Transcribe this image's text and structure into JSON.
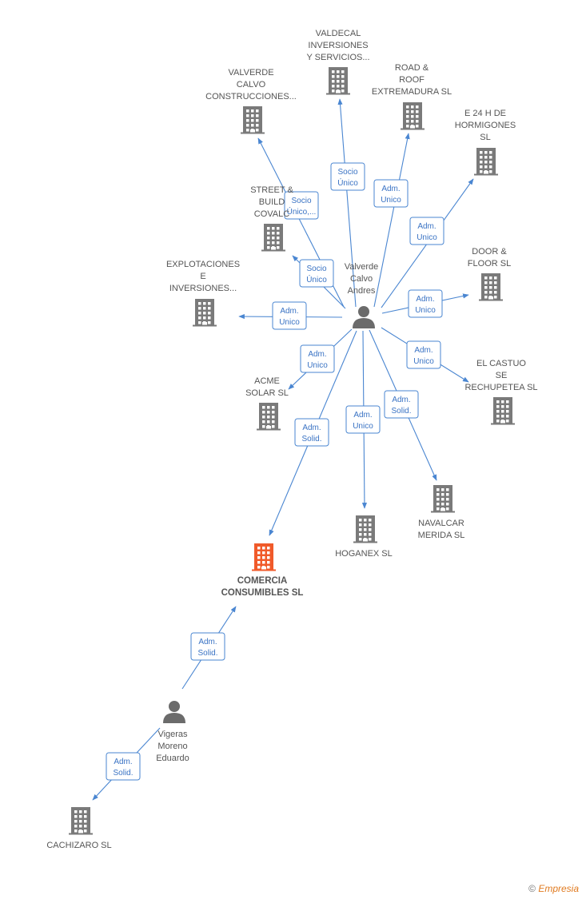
{
  "colors": {
    "edge": "#4a86d1",
    "building": "#7a7a7a",
    "focus_building": "#f05a2a",
    "person": "#6b6b6b"
  },
  "persons": [
    {
      "id": "valverde",
      "lines": [
        "Valverde",
        "Calvo",
        "Andres"
      ]
    },
    {
      "id": "vigeras",
      "lines": [
        "Vigeras",
        "Moreno",
        "Eduardo"
      ]
    }
  ],
  "companies": [
    {
      "id": "valdecal",
      "lines": [
        "VALDECAL",
        "INVERSIONES",
        "Y SERVICIOS..."
      ]
    },
    {
      "id": "valverde_calvo",
      "lines": [
        "VALVERDE",
        "CALVO",
        "CONSTRUCCIONES..."
      ]
    },
    {
      "id": "road_roof",
      "lines": [
        "ROAD &",
        "ROOF",
        "EXTREMADURA SL"
      ]
    },
    {
      "id": "e24h",
      "lines": [
        "E 24 H DE",
        "HORMIGONES",
        "SL"
      ]
    },
    {
      "id": "street",
      "lines": [
        "STREET &",
        "BUILD",
        "COVALC"
      ]
    },
    {
      "id": "explotaciones",
      "lines": [
        "EXPLOTACIONES",
        "E",
        "INVERSIONES..."
      ]
    },
    {
      "id": "door_floor",
      "lines": [
        "DOOR &",
        "FLOOR SL"
      ]
    },
    {
      "id": "castuo",
      "lines": [
        "EL CASTUO",
        "SE",
        "RECHUPETEA SL"
      ]
    },
    {
      "id": "acme",
      "lines": [
        "ACME",
        "SOLAR SL"
      ]
    },
    {
      "id": "navalcar",
      "lines": [
        "NAVALCAR",
        "MERIDA SL"
      ]
    },
    {
      "id": "hoganex",
      "lines": [
        "HOGANEX SL"
      ]
    },
    {
      "id": "comercia",
      "lines": [
        "COMERCIA",
        "CONSUMIBLES SL"
      ],
      "focus": true
    },
    {
      "id": "cachizaro",
      "lines": [
        "CACHIZARO SL"
      ]
    }
  ],
  "edges": [
    {
      "from": "valverde",
      "to": "valdecal",
      "label": [
        "Socio",
        "Único"
      ]
    },
    {
      "from": "valverde",
      "to": "valverde_calvo",
      "label": [
        "Socio",
        "Único,..."
      ]
    },
    {
      "from": "valverde",
      "to": "road_roof",
      "label": [
        "Adm.",
        "Unico"
      ]
    },
    {
      "from": "valverde",
      "to": "e24h",
      "label": [
        "Adm.",
        "Unico"
      ]
    },
    {
      "from": "valverde",
      "to": "street",
      "label": [
        "Socio",
        "Único"
      ]
    },
    {
      "from": "valverde",
      "to": "explotaciones",
      "label": [
        "Adm.",
        "Unico"
      ]
    },
    {
      "from": "valverde",
      "to": "door_floor",
      "label": [
        "Adm.",
        "Unico"
      ]
    },
    {
      "from": "valverde",
      "to": "castuo",
      "label": [
        "Adm.",
        "Unico"
      ]
    },
    {
      "from": "valverde",
      "to": "acme",
      "label": [
        "Adm.",
        "Unico"
      ]
    },
    {
      "from": "valverde",
      "to": "navalcar",
      "label": [
        "Adm.",
        "Solid."
      ]
    },
    {
      "from": "valverde",
      "to": "hoganex",
      "label": [
        "Adm.",
        "Unico"
      ]
    },
    {
      "from": "valverde",
      "to": "comercia",
      "label": [
        "Adm.",
        "Solid."
      ]
    },
    {
      "from": "vigeras",
      "to": "comercia",
      "label": [
        "Adm.",
        "Solid."
      ]
    },
    {
      "from": "vigeras",
      "to": "cachizaro",
      "label": [
        "Adm.",
        "Solid."
      ]
    }
  ],
  "watermark": {
    "symbol": "©",
    "brand": "Empresia"
  }
}
